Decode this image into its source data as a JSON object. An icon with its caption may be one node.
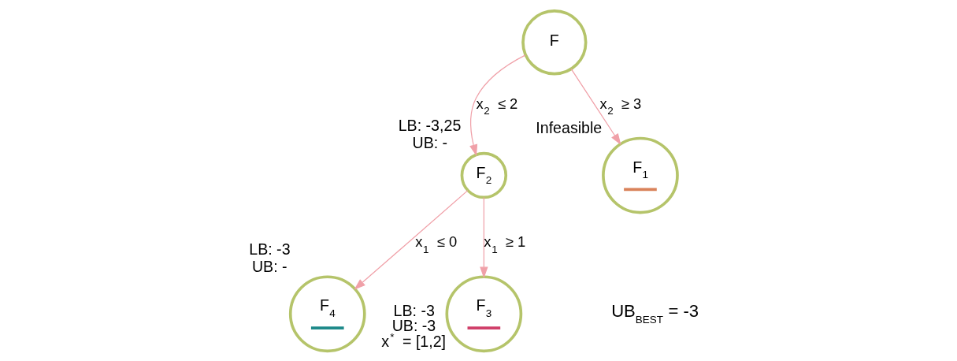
{
  "diagram": {
    "nodes": [
      {
        "text": [
          "F"
        ]
      },
      {
        "text": [
          "F$_{2}$"
        ],
        "beside": [
          "LB: -3,25",
          "UB: -"
        ]
      },
      {
        "text": [
          "F$_{1}$"
        ],
        "beside": [
          "Infeasible"
        ]
      },
      {
        "text": [
          "F$_{4}$"
        ],
        "beside": [
          "LB: -3",
          "UB: -"
        ]
      },
      {
        "text": [
          "F$_{3}$"
        ],
        "beside": [
          "LB: -3",
          "UB: -3",
          "x$^{*}$ = [1,2]"
        ]
      }
    ],
    "edges": [
      {
        "from": 0,
        "to": 1,
        "arrow": "to",
        "label": "x$_{2}$ ≤ 2"
      },
      {
        "from": 0,
        "to": 2,
        "arrow": "to",
        "label": "x$_{2}$ ≥ 3"
      },
      {
        "from": 1,
        "to": 3,
        "arrow": "to",
        "label": "x$_{1}$ ≤ 0"
      },
      {
        "from": 1,
        "to": 4,
        "arrow": "to",
        "label": "x$_{1}$ ≥ 1"
      }
    ],
    "labels": [
      "UB$_{BEST}$ = -3"
    ]
  }
}
